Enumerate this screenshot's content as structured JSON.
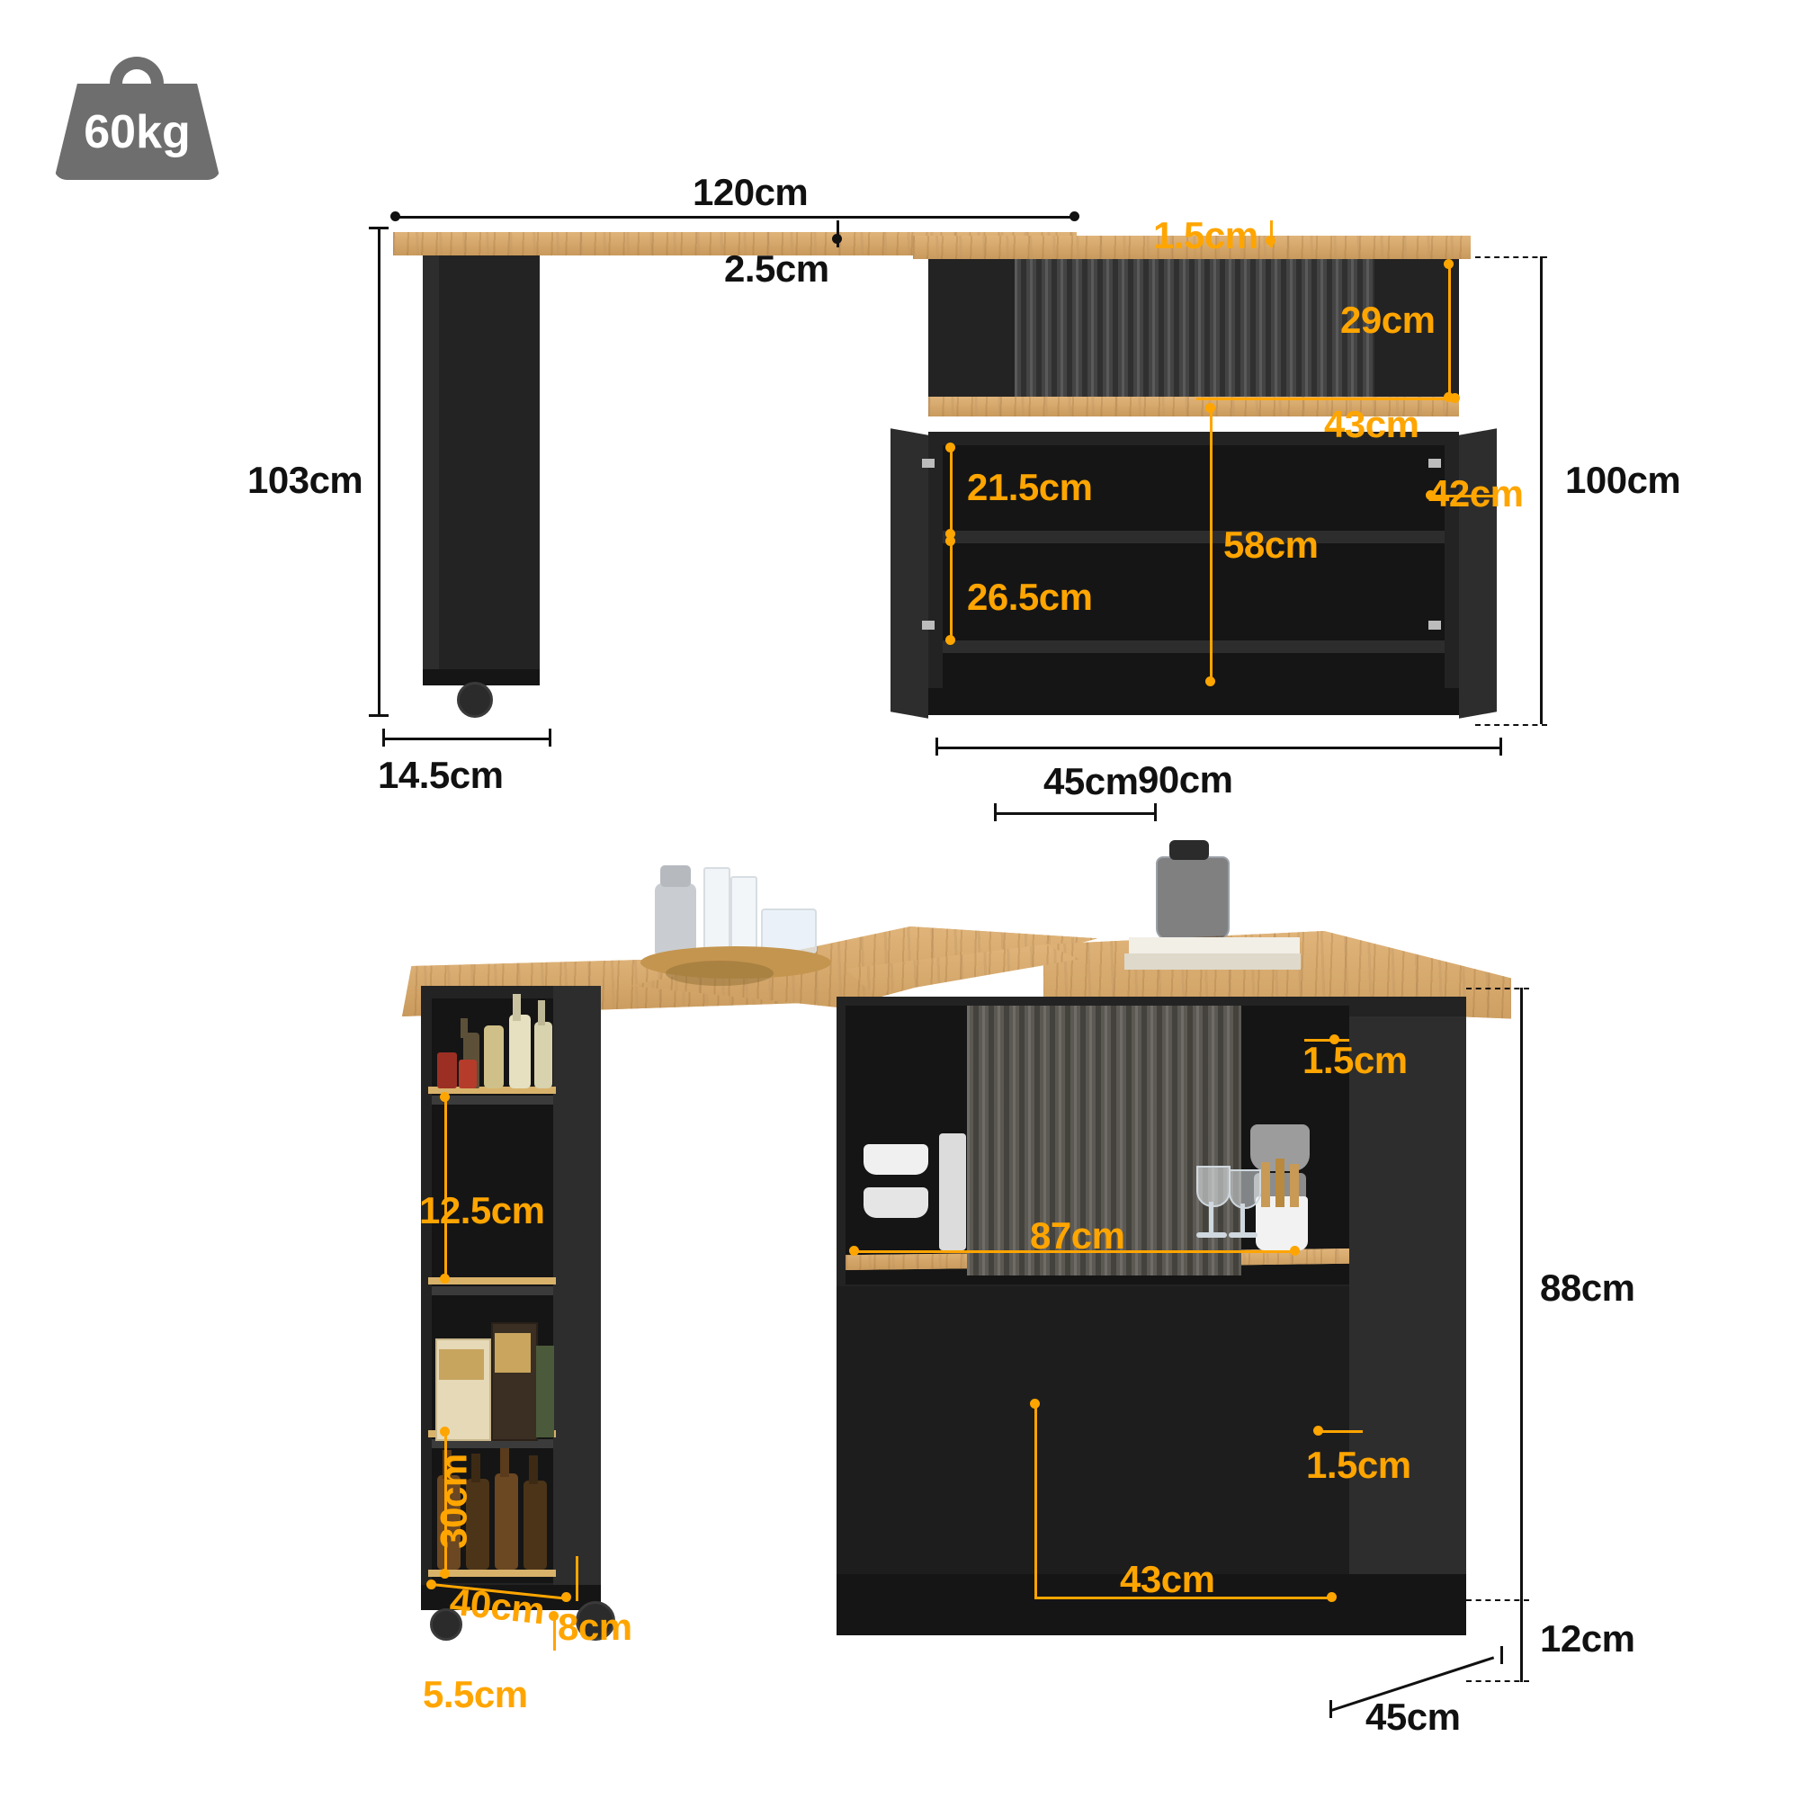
{
  "badge": {
    "label": "60kg",
    "icon": "weight-icon"
  },
  "colors": {
    "dimension": "#FFA500",
    "dimension_dark": "#111111",
    "wood": "#d4a96a",
    "body": "#232323"
  },
  "top_diagram": {
    "name": "folded-configuration-dimensions",
    "dims": [
      {
        "id": "width_top",
        "label": "120cm",
        "color": "dark"
      },
      {
        "id": "top_thickness",
        "label": "2.5cm",
        "color": "dark"
      },
      {
        "id": "counter_thickness",
        "label": "1.5cm",
        "color": "orange"
      },
      {
        "id": "height_total",
        "label": "103cm",
        "color": "dark"
      },
      {
        "id": "leg_depth",
        "label": "14.5cm",
        "color": "dark"
      },
      {
        "id": "hutch_height",
        "label": "29cm",
        "color": "orange"
      },
      {
        "id": "hutch_width",
        "label": "43cm",
        "color": "orange"
      },
      {
        "id": "upper_shelf",
        "label": "21.5cm",
        "color": "orange"
      },
      {
        "id": "lower_shelf",
        "label": "26.5cm",
        "color": "orange"
      },
      {
        "id": "cabinet_inner_height",
        "label": "58cm",
        "color": "orange"
      },
      {
        "id": "door_width",
        "label": "42cm",
        "color": "orange"
      },
      {
        "id": "cabinet_height",
        "label": "100cm",
        "color": "dark"
      },
      {
        "id": "cabinet_width",
        "label": "90cm",
        "color": "dark"
      }
    ]
  },
  "bottom_diagram": {
    "name": "open-configuration-dimensions",
    "dims": [
      {
        "id": "counter_depth",
        "label": "45cm",
        "color": "dark"
      },
      {
        "id": "rack_shelf_gap",
        "label": "12.5cm",
        "color": "orange"
      },
      {
        "id": "rack_lower_height",
        "label": "30cm",
        "color": "orange"
      },
      {
        "id": "rack_width",
        "label": "40cm",
        "color": "orange"
      },
      {
        "id": "rack_rail",
        "label": "8cm",
        "color": "orange"
      },
      {
        "id": "caster_height",
        "label": "5.5cm",
        "color": "orange"
      },
      {
        "id": "shelf_width",
        "label": "87cm",
        "color": "orange"
      },
      {
        "id": "panel_thickness",
        "label": "1.5cm",
        "color": "orange"
      },
      {
        "id": "door_height",
        "label": "43cm",
        "color": "orange"
      },
      {
        "id": "body_height",
        "label": "88cm",
        "color": "dark"
      },
      {
        "id": "plinth_height",
        "label": "12cm",
        "color": "dark"
      },
      {
        "id": "body_depth",
        "label": "45cm",
        "color": "dark"
      }
    ]
  }
}
